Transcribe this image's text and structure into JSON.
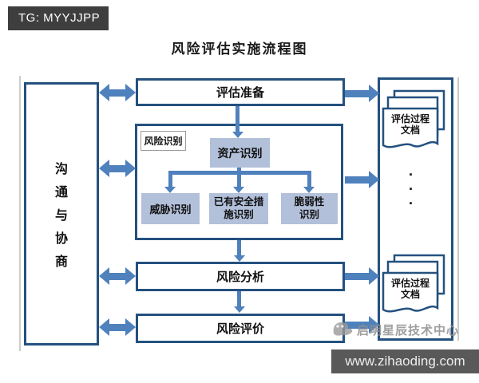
{
  "badge": {
    "label": "TG: MYYJJPP"
  },
  "title": "风险评估实施流程图",
  "sidebar_box": {
    "label": "沟通与协商",
    "chars": [
      "沟",
      "通",
      "与",
      "协",
      "商"
    ]
  },
  "flow": {
    "prepare_label": "评估准备",
    "risk_identification_label": "风险识别",
    "asset_label": "资产识别",
    "threat_label": "威胁识别",
    "existing_measures_lines": [
      "已有安全措",
      "施识别"
    ],
    "vulnerability_lines": [
      "脆弱性",
      "识别"
    ],
    "analysis_label": "风险分析",
    "evaluation_label": "风险评价"
  },
  "right_panel": {
    "document_stacks": [
      {
        "lines": [
          "评估过程",
          "文档"
        ]
      },
      {
        "lines": [
          "评估过程",
          "文档"
        ]
      }
    ],
    "ellipsis_dots": [
      "·",
      "·",
      "·"
    ]
  },
  "watermark": {
    "text": "启明星辰技术中心"
  },
  "footer": {
    "url": "www.zihaoding.com"
  },
  "colors": {
    "border_navy": "#24517f",
    "arrow_blue": "#4f81bd",
    "node_fill": "#b2c0da",
    "badge_bg": "#3e3e3e",
    "footer_bg": "#595959",
    "watermark_gray": "#8f8f8f"
  }
}
